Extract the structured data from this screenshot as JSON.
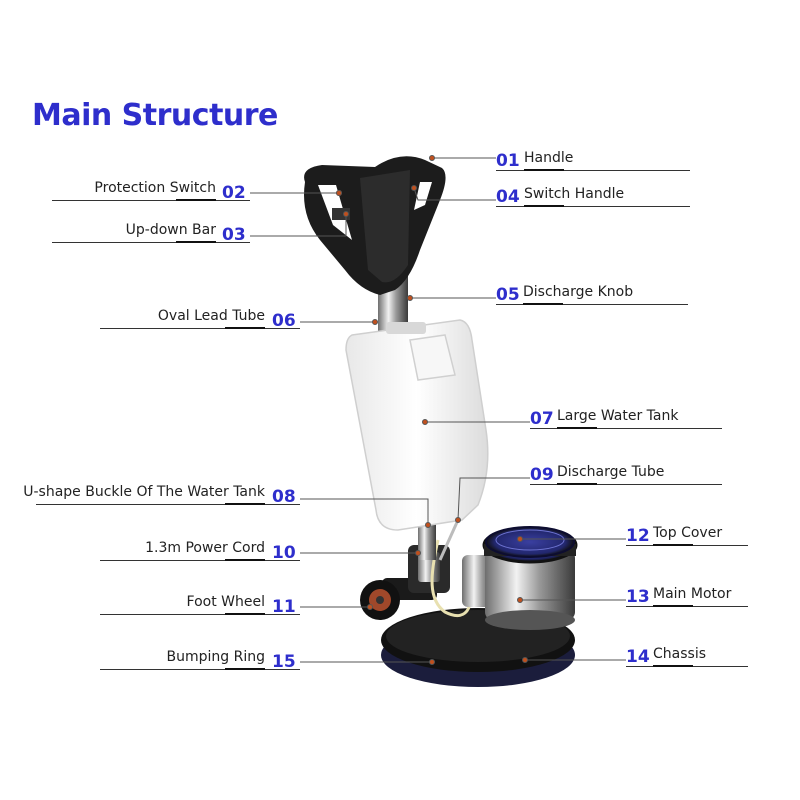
{
  "title": "Main Structure",
  "parts": [
    {
      "num": "01",
      "label": "Handle"
    },
    {
      "num": "02",
      "label": "Protection Switch"
    },
    {
      "num": "03",
      "label": "Up-down Bar"
    },
    {
      "num": "04",
      "label": "Switch Handle"
    },
    {
      "num": "05",
      "label": "Discharge Knob"
    },
    {
      "num": "06",
      "label": "Oval Lead Tube"
    },
    {
      "num": "07",
      "label": "Large Water Tank"
    },
    {
      "num": "08",
      "label": "U-shape Buckle Of The Water Tank"
    },
    {
      "num": "09",
      "label": "Discharge Tube"
    },
    {
      "num": "10",
      "label": "1.3m Power Cord"
    },
    {
      "num": "11",
      "label": "Foot Wheel"
    },
    {
      "num": "12",
      "label": "Top Cover"
    },
    {
      "num": "13",
      "label": "Main Motor"
    },
    {
      "num": "14",
      "label": "Chassis"
    },
    {
      "num": "15",
      "label": "Bumping Ring"
    }
  ],
  "colors": {
    "accent": "#2e2ecc",
    "leader": "#555555",
    "dot": "#c0501e"
  }
}
